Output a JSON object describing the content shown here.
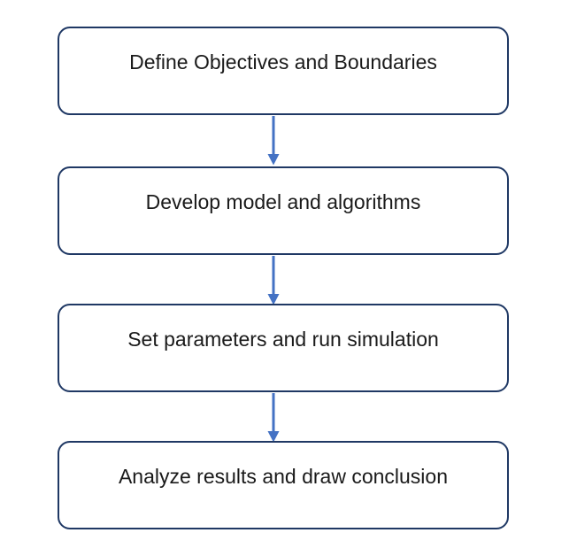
{
  "steps": [
    {
      "label": "Define Objectives and Boundaries"
    },
    {
      "label": "Develop model and algorithms"
    },
    {
      "label": "Set parameters and run simulation"
    },
    {
      "label": "Analyze results and draw conclusion"
    }
  ],
  "connectors": [
    {
      "from": 0,
      "to": 1,
      "direction": "down"
    },
    {
      "from": 1,
      "to": 2,
      "direction": "down"
    },
    {
      "from": 2,
      "to": 3,
      "direction": "down"
    }
  ],
  "colors": {
    "box_border": "#1F3864",
    "box_fill": "#FFFFFF",
    "arrow": "#4472C4",
    "text": "#1A1A1A",
    "background": "#FFFFFF"
  }
}
